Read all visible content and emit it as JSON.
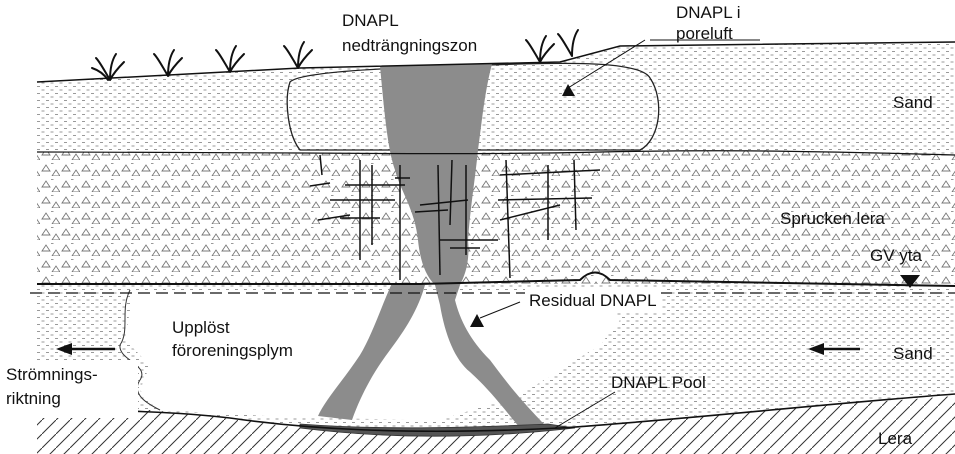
{
  "labels": {
    "dnapl_zone_line1": "DNAPL",
    "dnapl_zone_line2": "nedträngningszon",
    "dnapl_poreluft_line1": "DNAPL i",
    "dnapl_poreluft_line2": "poreluft",
    "sand_top": "Sand",
    "sprucken_lera": "Sprucken lera",
    "gv_yta": "GV yta",
    "residual_dnapl": "Residual DNAPL",
    "plume_line1": "Upplöst",
    "plume_line2": "föroreningsplym",
    "sand_bottom": "Sand",
    "flow_line1": "Strömnings-",
    "flow_line2": "riktning",
    "dnapl_pool": "DNAPL Pool",
    "lera": "Lera"
  },
  "colors": {
    "dnapl": "#8c8c8c",
    "pool": "#555555",
    "line": "#111111",
    "sand_dots": "#9a9a9a",
    "triangles": "#777777",
    "background": "#ffffff"
  }
}
